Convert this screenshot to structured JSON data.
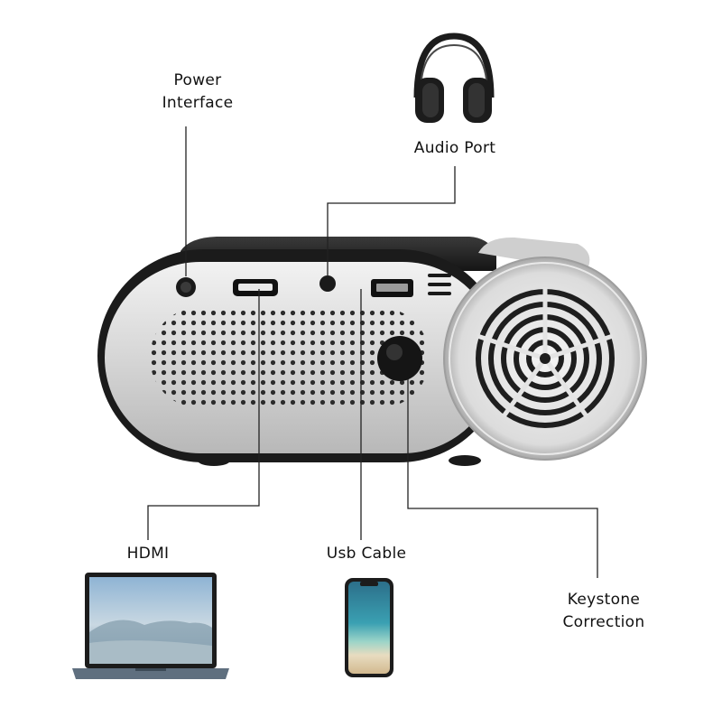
{
  "callouts": {
    "power": [
      "Power",
      "Interface"
    ],
    "audio": "Audio Port",
    "hdmi": "HDMI",
    "usb": "Usb Cable",
    "keystone": [
      "Keystone",
      "Correction"
    ]
  },
  "icons": {
    "headphones": "headphones-icon",
    "laptop": "laptop-icon",
    "phone": "smartphone-icon",
    "projector": "projector-icon"
  },
  "colors": {
    "body_silver": "#d9d9d9",
    "body_dark": "#1e1e1e",
    "line": "#222222"
  }
}
